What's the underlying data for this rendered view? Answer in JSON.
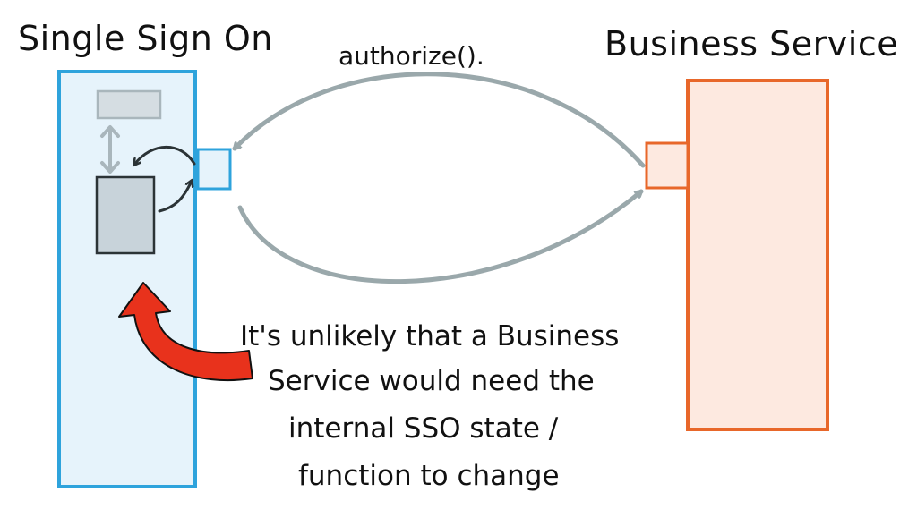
{
  "sso": {
    "title": "Single Sign On",
    "color": "#2ea3dc",
    "fill": "#e6f3fb"
  },
  "business": {
    "title": "Business Service",
    "color": "#e8672a",
    "fill": "#fde9e0"
  },
  "call": {
    "label": "authorize()."
  },
  "note": {
    "lines": [
      "It's unlikely that a Business",
      "Service would need the",
      "internal SSO state /",
      "function to change"
    ],
    "arrow_color": "#e8321c"
  },
  "colors": {
    "connector": "#9aa8ab",
    "internal_arrow": "#2b3336",
    "state_fill": "#d5dde2",
    "state_stroke": "#a9b6bc",
    "function_fill": "#c8d3da",
    "function_stroke": "#2b3336"
  }
}
